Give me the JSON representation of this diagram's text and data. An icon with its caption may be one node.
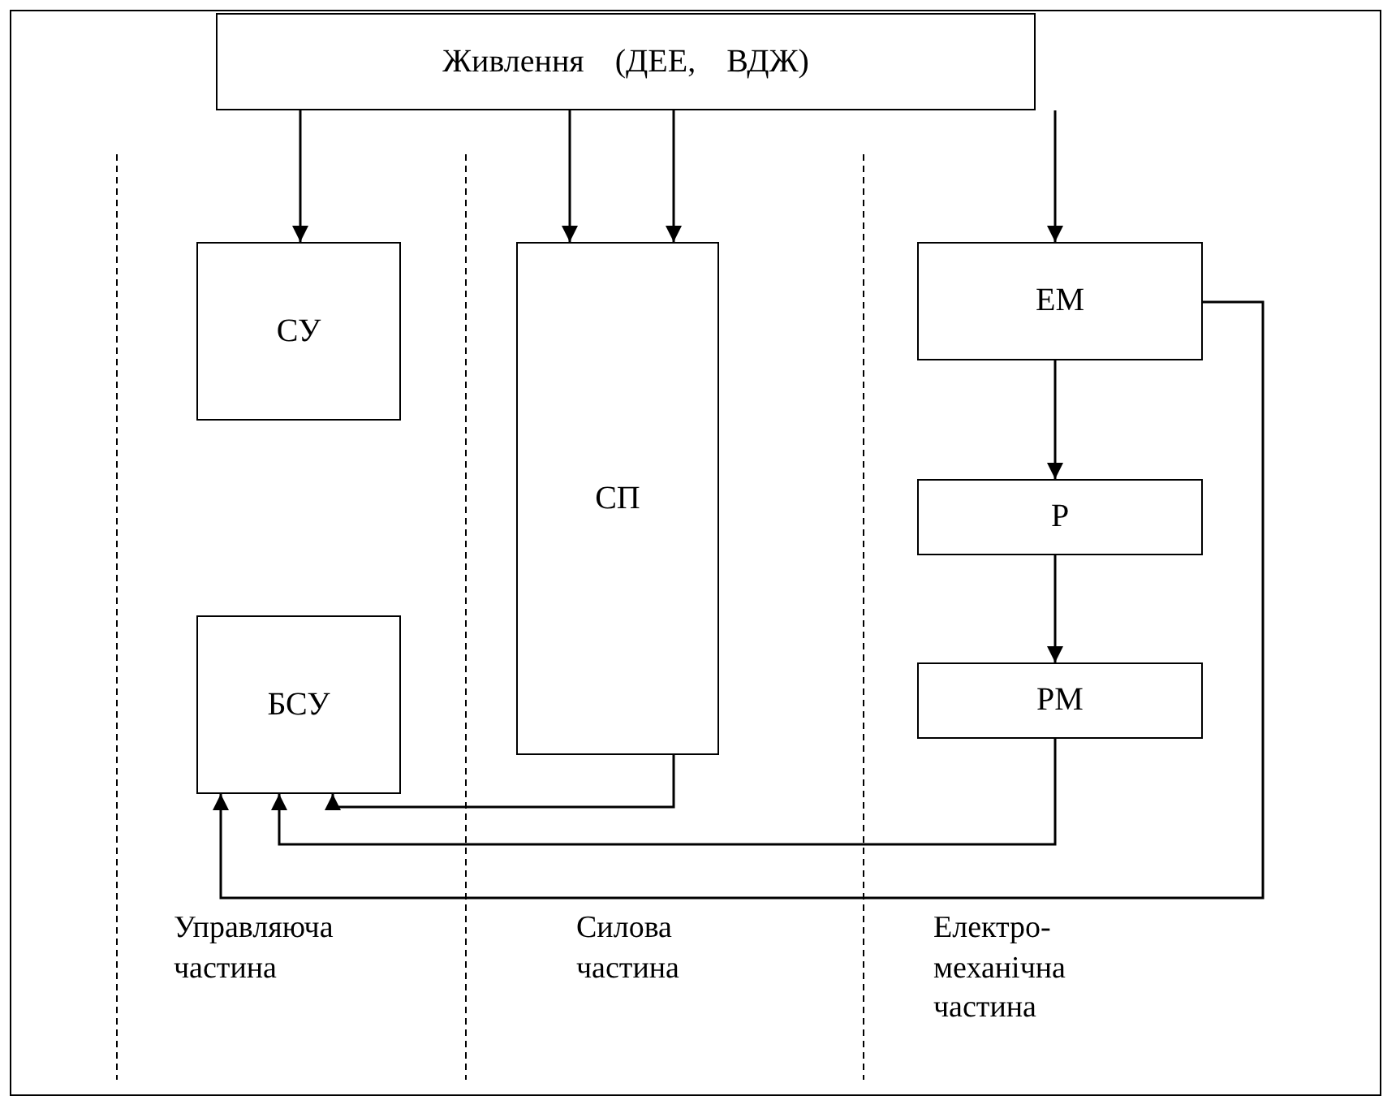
{
  "diagram": {
    "nodes": [
      {
        "text": [
          "Живлення (ДЕЕ, ВДЖ)"
        ]
      },
      {
        "text": [
          "СУ"
        ]
      },
      {
        "text": [
          "СП"
        ]
      },
      {
        "text": [
          "ЕМ"
        ]
      },
      {
        "text": [
          "Р"
        ]
      },
      {
        "text": [
          "БСУ"
        ]
      },
      {
        "text": [
          "РМ"
        ]
      }
    ],
    "edges": [
      {
        "from": 0,
        "to": 1,
        "arrow": "to"
      },
      {
        "from": 0,
        "to": 2,
        "arrow": "to"
      },
      {
        "from": 0,
        "to": 2,
        "arrow": "to"
      },
      {
        "from": 0,
        "to": 3,
        "arrow": "to"
      },
      {
        "from": 3,
        "to": 4,
        "arrow": "to"
      },
      {
        "from": 4,
        "to": 6,
        "arrow": "to"
      },
      {
        "from": 2,
        "to": 5,
        "arrow": "to"
      },
      {
        "from": 6,
        "to": 5,
        "arrow": "to"
      },
      {
        "from": 3,
        "to": 5,
        "arrow": "to"
      }
    ],
    "labels": [
      "Управляюча частина",
      "Силова частина",
      "Електро- механічна частина"
    ]
  }
}
